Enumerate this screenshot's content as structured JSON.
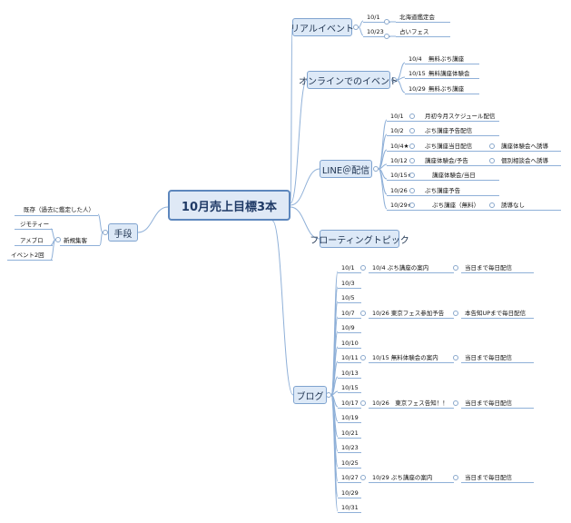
{
  "root": {
    "label": "10月売上目標3本"
  },
  "branches": {
    "real_event": {
      "label": "リアルイベント",
      "items": [
        {
          "date": "10/1",
          "text": "北海道鑑定会"
        },
        {
          "date": "10/23",
          "text": "占いフェス"
        }
      ]
    },
    "online_event": {
      "label": "オンラインでのイベント",
      "items": [
        {
          "date": "10/4",
          "text": "無料ぷち講座"
        },
        {
          "date": "10/15",
          "text": "無料講座体験会"
        },
        {
          "date": "10/29",
          "text": "無料ぷち講座"
        }
      ]
    },
    "line": {
      "label": "LINE＠配信",
      "items": [
        {
          "date": "10/1",
          "text": "月初今月スケジュール配信",
          "sub": ""
        },
        {
          "date": "10/2",
          "text": "ぷち講座予告配信",
          "sub": ""
        },
        {
          "date": "10/4★",
          "text": "ぷち講座当日配信",
          "sub": "講座体験会へ誘導"
        },
        {
          "date": "10/12",
          "text": "講座体験会/予告",
          "sub": "個別相談会へ誘導"
        },
        {
          "date": "10/15★",
          "text": "講座体験会/当日",
          "sub": ""
        },
        {
          "date": "10/26",
          "text": "ぷち講座予告",
          "sub": ""
        },
        {
          "date": "10/29★",
          "text": "ぷち講座（無料）",
          "sub": "誘導なし"
        }
      ]
    },
    "floating": {
      "label": "フローティングトピック"
    },
    "blog": {
      "label": "ブログ",
      "items": [
        {
          "date": "10/1",
          "text": "10/4 ぷち講座の案内",
          "sub": "当日まで毎日配信"
        },
        {
          "date": "10/3",
          "text": "",
          "sub": ""
        },
        {
          "date": "10/5",
          "text": "",
          "sub": ""
        },
        {
          "date": "10/7",
          "text": "10/26 東京フェス参加予告",
          "sub": "本告知UPまで毎日配信"
        },
        {
          "date": "10/9",
          "text": "",
          "sub": ""
        },
        {
          "date": "10/10",
          "text": "",
          "sub": ""
        },
        {
          "date": "10/11",
          "text": "10/15 無料体験会の案内",
          "sub": "当日まで毎日配信"
        },
        {
          "date": "10/13",
          "text": "",
          "sub": ""
        },
        {
          "date": "10/15",
          "text": "",
          "sub": ""
        },
        {
          "date": "10/17",
          "text": "10/26　東京フェス告知！！",
          "sub": "当日まで毎日配信"
        },
        {
          "date": "10/19",
          "text": "",
          "sub": ""
        },
        {
          "date": "10/21",
          "text": "",
          "sub": ""
        },
        {
          "date": "10/23",
          "text": "",
          "sub": ""
        },
        {
          "date": "10/25",
          "text": "",
          "sub": ""
        },
        {
          "date": "10/27",
          "text": "10/29 ぷち講座の案内",
          "sub": "当日まで毎日配信"
        },
        {
          "date": "10/29",
          "text": "",
          "sub": ""
        },
        {
          "date": "10/31",
          "text": "",
          "sub": ""
        }
      ]
    },
    "means": {
      "label": "手段",
      "items": [
        {
          "text": "既存（過去に鑑定した人）"
        },
        {
          "text": "新規集客",
          "children": [
            "ジモティー",
            "アメブロ",
            "イベント2回"
          ]
        }
      ]
    }
  }
}
